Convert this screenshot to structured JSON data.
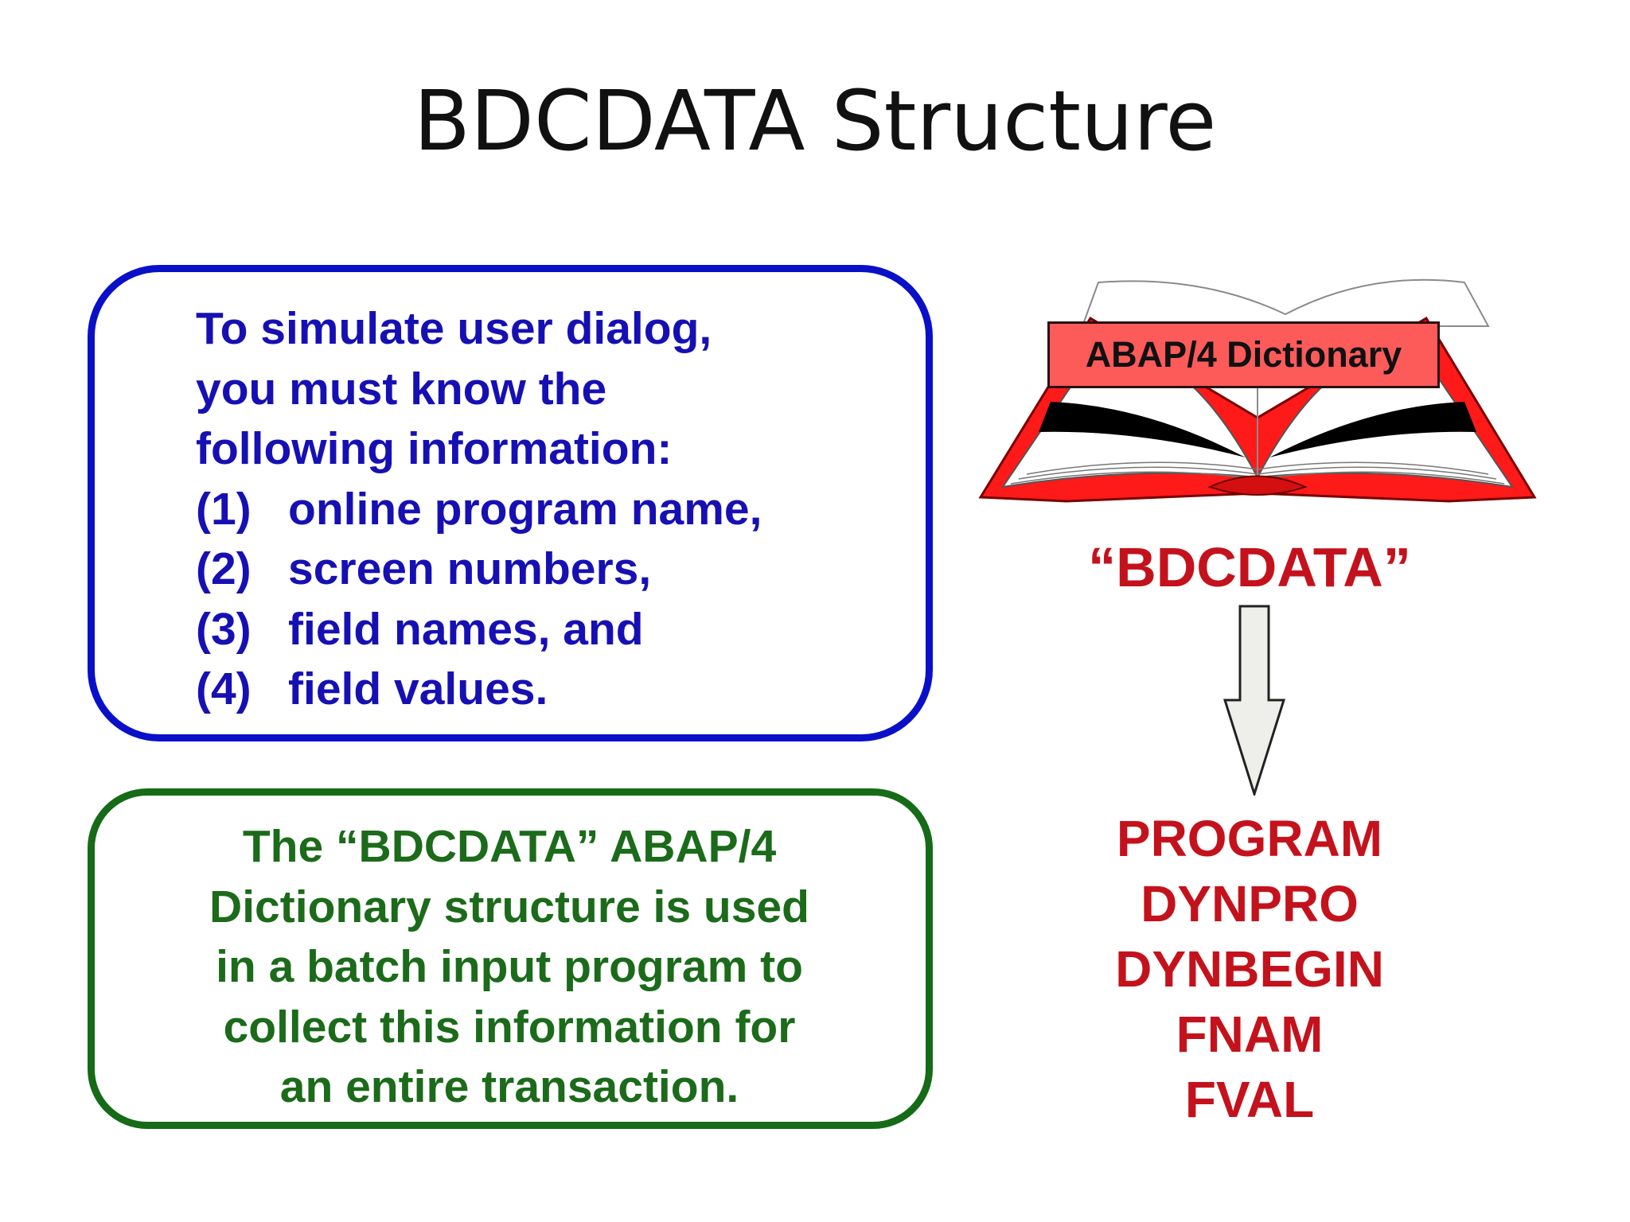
{
  "title": "BDCDATA Structure",
  "requirements_box": {
    "intro_lines": [
      "To simulate user dialog,",
      "you must know the",
      "following information:"
    ],
    "items": [
      {
        "number": "(1)",
        "text": "online program name,"
      },
      {
        "number": "(2)",
        "text": "screen numbers,"
      },
      {
        "number": "(3)",
        "text": "field names, and"
      },
      {
        "number": "(4)",
        "text": "field values."
      }
    ]
  },
  "description_box": {
    "lines": [
      "The “BDCDATA” ABAP/4",
      "Dictionary structure is used",
      "in a batch input program to",
      "collect this information for",
      "an entire transaction."
    ]
  },
  "dictionary_book": {
    "label": "ABAP/4 Dictionary"
  },
  "structure_caption": "“BDCDATA”",
  "structure_fields": [
    "PROGRAM",
    "DYNPRO",
    "DYNBEGIN",
    "FNAM",
    "FVAL"
  ],
  "colors": {
    "blue_box": "#0a10c8",
    "blue_text": "#1610b4",
    "green_box": "#156b17",
    "green_text": "#1b6b1a",
    "red_text": "#c4121c",
    "book_red": "#ff1a1a",
    "label_fill": "#fd5a5a"
  }
}
